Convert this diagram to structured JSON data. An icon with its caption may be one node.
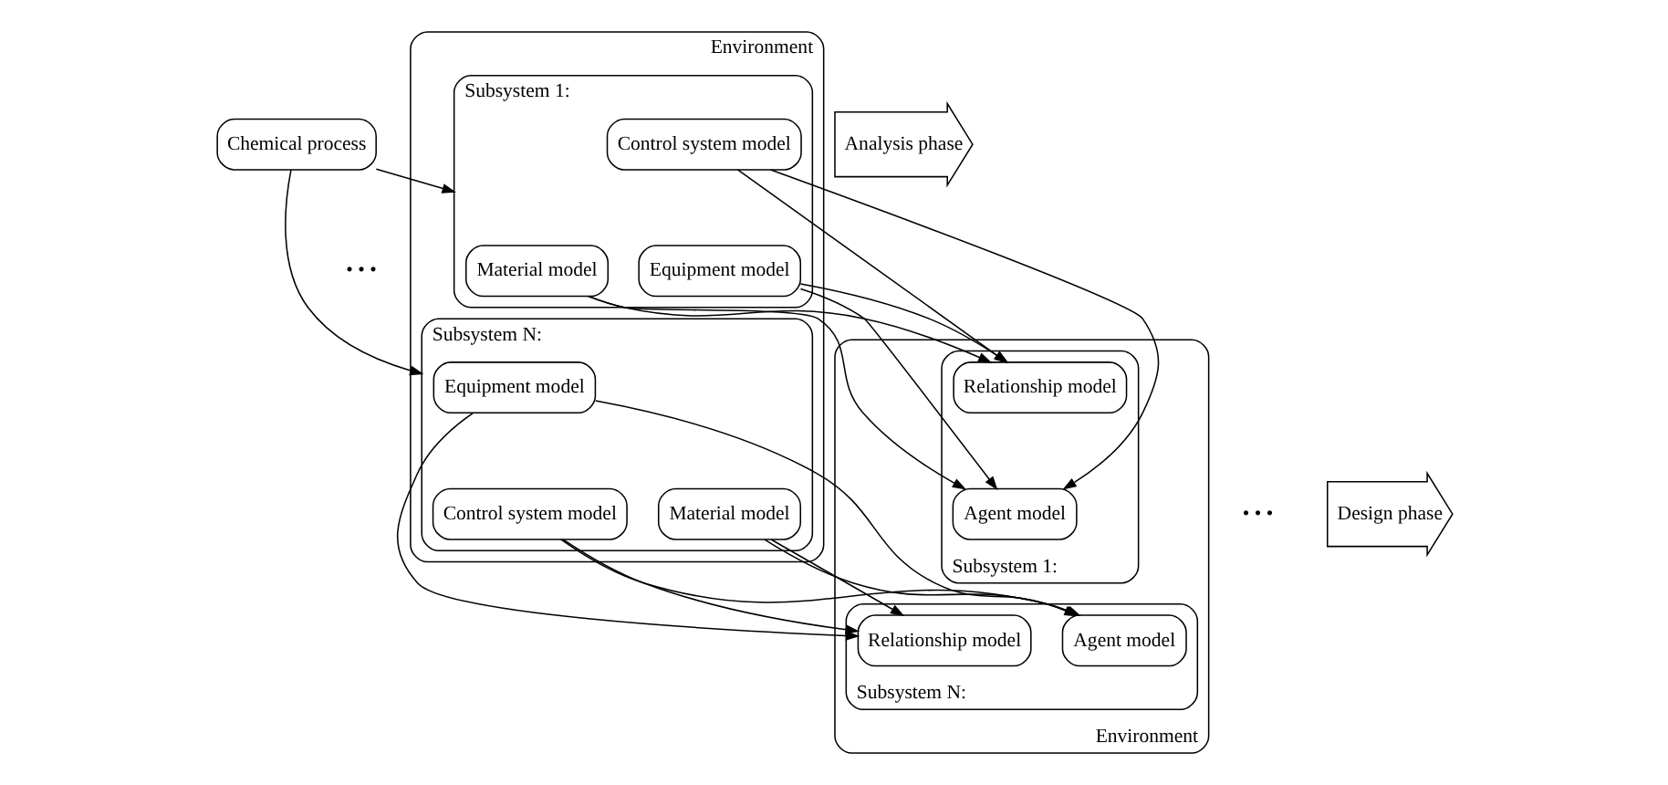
{
  "diagram": {
    "nodes": [
      {
        "text": [
          "Chemical process"
        ]
      },
      {
        "text": [
          "Environment"
        ]
      },
      {
        "text": [
          "Subsystem 1:"
        ],
        "in": 1
      },
      {
        "text": [
          "Equipment model"
        ],
        "in": 2
      },
      {
        "text": [
          "Material model"
        ],
        "in": 2
      },
      {
        "text": [
          "Control system model"
        ],
        "in": 2
      },
      {
        "text": [
          "Subsystem N:"
        ],
        "in": 1
      },
      {
        "text": [
          "Equipment model"
        ],
        "in": 6
      },
      {
        "text": [
          "Material model"
        ],
        "in": 6
      },
      {
        "text": [
          "Control system model"
        ],
        "in": 6
      },
      {
        "text": [
          "Environment"
        ]
      },
      {
        "text": [
          "Subsystem 1:"
        ],
        "in": 10
      },
      {
        "text": [
          "Agent model"
        ],
        "in": 11
      },
      {
        "text": [
          "Relationship model"
        ],
        "in": 11
      },
      {
        "text": [
          "Subsystem N:"
        ],
        "in": 10
      },
      {
        "text": [
          "Agent model"
        ],
        "in": 14
      },
      {
        "text": [
          "Relationship model"
        ],
        "in": 14
      },
      {
        "text": [
          "Analysis phase"
        ]
      },
      {
        "text": [
          "Design phase"
        ]
      }
    ],
    "edges": [
      {
        "from": 0,
        "to": 2,
        "arrow": "to"
      },
      {
        "from": 0,
        "to": 6,
        "arrow": "to"
      },
      {
        "from": 3,
        "to": 12,
        "arrow": "to"
      },
      {
        "from": 3,
        "to": 13,
        "arrow": "to"
      },
      {
        "from": 4,
        "to": 12,
        "arrow": "to"
      },
      {
        "from": 4,
        "to": 13,
        "arrow": "to"
      },
      {
        "from": 5,
        "to": 12,
        "arrow": "to"
      },
      {
        "from": 5,
        "to": 13,
        "arrow": "to"
      },
      {
        "from": 7,
        "to": 15,
        "arrow": "to"
      },
      {
        "from": 7,
        "to": 16,
        "arrow": "to"
      },
      {
        "from": 8,
        "to": 15,
        "arrow": "to"
      },
      {
        "from": 8,
        "to": 16,
        "arrow": "to"
      },
      {
        "from": 9,
        "to": 15,
        "arrow": "to"
      },
      {
        "from": 9,
        "to": 16,
        "arrow": "to"
      }
    ],
    "labels": [
      "• • •",
      "• • •"
    ]
  }
}
